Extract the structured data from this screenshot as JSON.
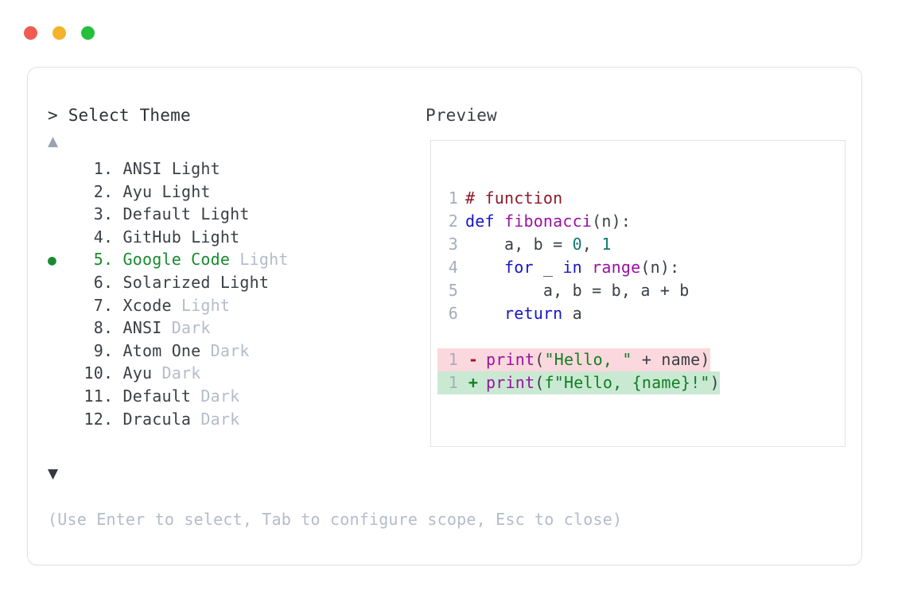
{
  "window": {
    "dots": [
      {
        "name": "close-dot",
        "color": "#f05b52"
      },
      {
        "name": "minimize-dot",
        "color": "#f4b32a"
      },
      {
        "name": "maximize-dot",
        "color": "#25bf3f"
      }
    ]
  },
  "prompt": {
    "caret": ">",
    "title": "Select Theme"
  },
  "preview": {
    "label": "Preview"
  },
  "scroll": {
    "up_glyph": "▲",
    "down_glyph": "▼"
  },
  "theme_list": {
    "selected_index": 5,
    "selected_bullet": "●",
    "separator": ". ",
    "items": [
      {
        "index": "1",
        "name": "ANSI",
        "variant": "Light",
        "variant_muted": false,
        "selected": false
      },
      {
        "index": "2",
        "name": "Ayu",
        "variant": "Light",
        "variant_muted": false,
        "selected": false
      },
      {
        "index": "3",
        "name": "Default",
        "variant": "Light",
        "variant_muted": false,
        "selected": false
      },
      {
        "index": "4",
        "name": "GitHub",
        "variant": "Light",
        "variant_muted": false,
        "selected": false
      },
      {
        "index": "5",
        "name": "Google Code",
        "variant": "Light",
        "variant_muted": true,
        "selected": true
      },
      {
        "index": "6",
        "name": "Solarized",
        "variant": "Light",
        "variant_muted": false,
        "selected": false
      },
      {
        "index": "7",
        "name": "Xcode",
        "variant": "Light",
        "variant_muted": true,
        "selected": false
      },
      {
        "index": "8",
        "name": "ANSI",
        "variant": "Dark",
        "variant_muted": true,
        "selected": false
      },
      {
        "index": "9",
        "name": "Atom One",
        "variant": "Dark",
        "variant_muted": true,
        "selected": false
      },
      {
        "index": "10",
        "name": "Ayu",
        "variant": "Dark",
        "variant_muted": true,
        "selected": false
      },
      {
        "index": "11",
        "name": "Default",
        "variant": "Dark",
        "variant_muted": true,
        "selected": false
      },
      {
        "index": "12",
        "name": "Dracula",
        "variant": "Dark",
        "variant_muted": true,
        "selected": false
      }
    ]
  },
  "code_preview": {
    "lines": [
      {
        "ln": "1",
        "tokens": [
          {
            "t": "# function",
            "c": "comment"
          }
        ]
      },
      {
        "ln": "2",
        "tokens": [
          {
            "t": "def ",
            "c": "keyword"
          },
          {
            "t": "fibonacci",
            "c": "func"
          },
          {
            "t": "(n):",
            "c": "plain"
          }
        ]
      },
      {
        "ln": "3",
        "tokens": [
          {
            "t": "    a, b = ",
            "c": "plain"
          },
          {
            "t": "0",
            "c": "number"
          },
          {
            "t": ", ",
            "c": "plain"
          },
          {
            "t": "1",
            "c": "number"
          }
        ]
      },
      {
        "ln": "4",
        "tokens": [
          {
            "t": "    ",
            "c": "plain"
          },
          {
            "t": "for",
            "c": "keyword"
          },
          {
            "t": " _ ",
            "c": "plain"
          },
          {
            "t": "in",
            "c": "keyword"
          },
          {
            "t": " ",
            "c": "plain"
          },
          {
            "t": "range",
            "c": "builtin"
          },
          {
            "t": "(n):",
            "c": "plain"
          }
        ]
      },
      {
        "ln": "5",
        "tokens": [
          {
            "t": "        a, b = b, a + b",
            "c": "plain"
          }
        ]
      },
      {
        "ln": "6",
        "tokens": [
          {
            "t": "    ",
            "c": "plain"
          },
          {
            "t": "return",
            "c": "keyword"
          },
          {
            "t": " a",
            "c": "plain"
          }
        ]
      }
    ],
    "diff": [
      {
        "kind": "del",
        "ln": "1",
        "marker": "-",
        "tokens": [
          {
            "t": "print",
            "c": "func"
          },
          {
            "t": "(",
            "c": "plain"
          },
          {
            "t": "\"Hello, \"",
            "c": "string"
          },
          {
            "t": " + name)",
            "c": "plain"
          }
        ]
      },
      {
        "kind": "add",
        "ln": "1",
        "marker": "+",
        "tokens": [
          {
            "t": "print",
            "c": "func"
          },
          {
            "t": "(",
            "c": "plain"
          },
          {
            "t": "f\"Hello, {name}!\"",
            "c": "string"
          },
          {
            "t": ")",
            "c": "plain"
          }
        ]
      }
    ]
  },
  "footer": {
    "hint": "(Use Enter to select, Tab to configure scope, Esc to close)"
  },
  "colors": {
    "card_border": "#dfe2e8",
    "accent_green": "#1a8a30",
    "muted_text": "#b4bcca",
    "body_text": "#3b4046",
    "diff_del_bg": "#fbd8dd",
    "diff_add_bg": "#c9e9d3"
  }
}
